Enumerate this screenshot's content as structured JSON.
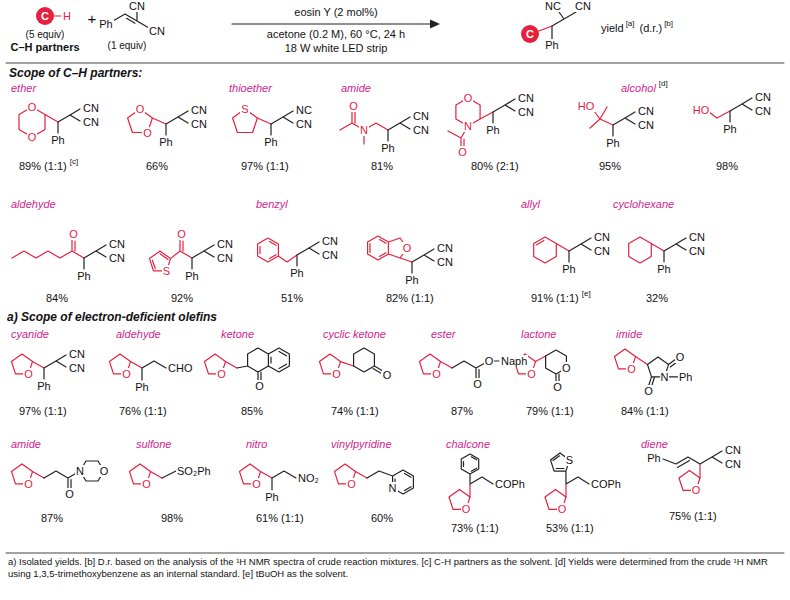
{
  "diagram": {
    "caption": "a) Isolated yields. [b] D.r. based on the analysis of the ¹H NMR spectra of crude reaction mixtures. [c] C-H partners as the solvent. [d] Yields were determined from the crude ¹H NMR using 1,3,5-trimethoxybenzene as an internal standard. [e] tBuOH as the solvent.",
    "labels": [
      "C",
      "H",
      "(5 equiv)",
      "C–H partners",
      "+",
      "CN",
      "Ph",
      "CN",
      "(1 equiv)",
      "eosin Y (2 mol%)",
      "acetone (0.2 M), 60 °C, 24 h",
      "18 W white LED strip",
      "NC",
      "CN",
      "C",
      "Ph",
      "yield",
      "[a]",
      "(d.r.)",
      "[b]",
      "Scope of C–H partners:",
      "ether",
      "O",
      "O",
      "CN",
      "CN",
      "Ph",
      "89% (1:1)",
      "[c]",
      "O",
      "O",
      "CN",
      "CN",
      "Ph",
      "66%",
      "thioether",
      "S",
      "NC",
      "CN",
      "Ph",
      "97% (1:1)",
      "amide",
      "O",
      "N",
      "CN",
      "CN",
      "Ph",
      "81%",
      "O",
      "N",
      "O",
      "CN",
      "CN",
      "Ph",
      "80% (2:1)",
      "alcohol",
      "[d]",
      "HO",
      "CN",
      "CN",
      "Ph",
      "95%",
      "HO",
      "CN",
      "CN",
      "Ph",
      "98%",
      "aldehyde",
      "O",
      "CN",
      "CN",
      "Ph",
      "84%",
      "S",
      "O",
      "CN",
      "CN",
      "Ph",
      "92%",
      "benzyl",
      "CN",
      "CN",
      "Ph",
      "51%",
      "O",
      "CN",
      "CN",
      "Ph",
      "82% (1:1)",
      "allyl",
      "CN",
      "CN",
      "Ph",
      "91% (1:1)",
      "[e]",
      "cyclohexane",
      "CN",
      "CN",
      "Ph",
      "32%",
      "a) Scope of electron-deficient olefins",
      "cyanide",
      "O",
      "CN",
      "CN",
      "Ph",
      "97% (1:1)",
      "aldehyde",
      "O",
      "Ph",
      "CHO",
      "76% (1:1)",
      "ketone",
      "O",
      "O",
      "85%",
      "cyclic ketone",
      "O",
      "O",
      "74% (1:1)",
      "ester",
      "O",
      "O",
      "O",
      "Naph",
      "87%",
      "lactone",
      "O",
      "O",
      "O",
      "79% (1:1)",
      "imide",
      "O",
      "N",
      "Ph",
      "O",
      "O",
      "84% (1:1)",
      "amide",
      "O",
      "O",
      "N",
      "O",
      "87%",
      "sulfone",
      "O",
      "SO₂Ph",
      "98%",
      "nitro",
      "O",
      "Ph",
      "NO₂",
      "61% (1:1)",
      "vinylpyridine",
      "O",
      "N",
      "60%",
      "chalcone",
      "O",
      "COPh",
      "73% (1:1)",
      "S",
      "O",
      "COPh",
      "53% (1:1)",
      "diene",
      "Ph",
      "CN",
      "CN",
      "O",
      "75% (1:1)"
    ]
  }
}
